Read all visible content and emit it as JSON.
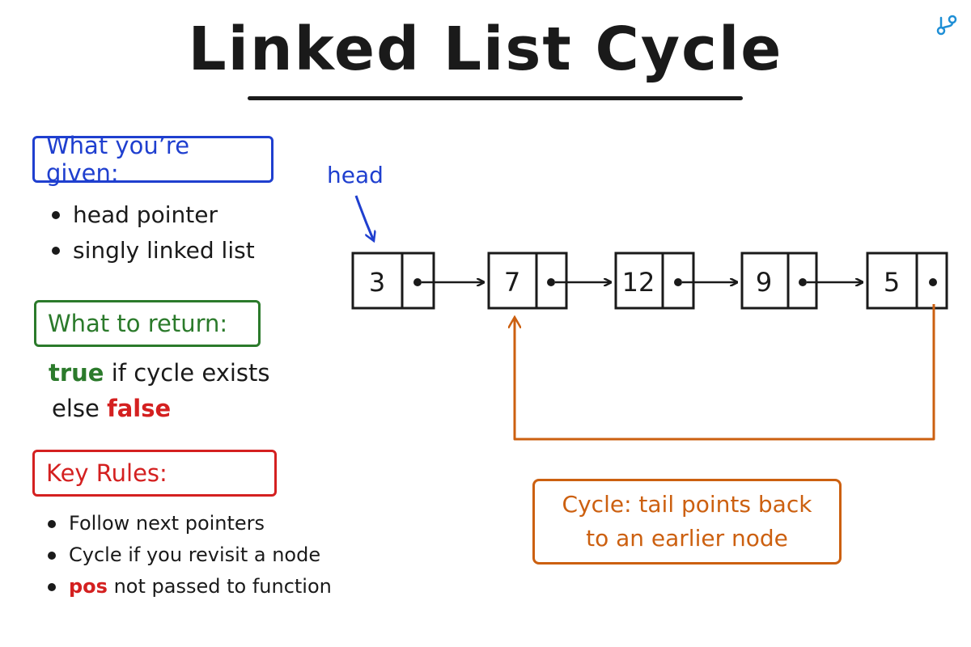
{
  "title": "Linked List Cycle",
  "given": {
    "label": "What you’re given:",
    "items": [
      "head pointer",
      "singly linked list"
    ]
  },
  "return": {
    "label": "What to return:",
    "line1_keyword": "true",
    "line1_text": "if cycle exists",
    "line2_text": "else",
    "line2_keyword": "false"
  },
  "rules": {
    "label": "Key Rules:",
    "item1": "Follow next pointers",
    "item2": "Cycle if you revisit a node",
    "item3_keyword": "pos",
    "item3_text": "not passed to function"
  },
  "diagram": {
    "head_label": "head",
    "nodes": [
      "3",
      "7",
      "12",
      "9",
      "5"
    ],
    "cycle_target_index": 1
  },
  "cycle_note": {
    "line1": "Cycle: tail points back",
    "line2": "to an earlier node"
  },
  "colors": {
    "given": "#1f3fcf",
    "return": "#2b7a2b",
    "rules": "#d42020",
    "cycle": "#cc6010",
    "ink": "#1a1a1a"
  },
  "icons": [
    "branch-icon"
  ]
}
